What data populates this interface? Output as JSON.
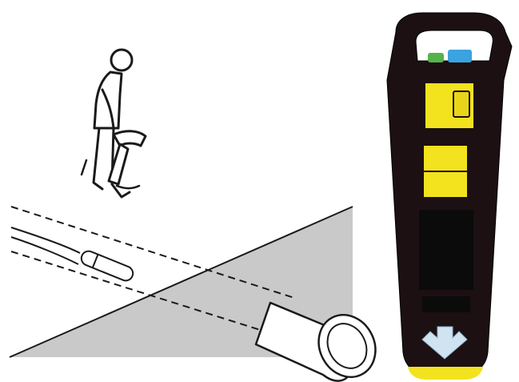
{
  "illustration": {
    "colors": {
      "background": "#ffffff",
      "ground_section": "#c9c9c9",
      "line": "#1a1a1a",
      "device_body": "#1c1012",
      "device_panel": "#0b0b0b",
      "device_accent": "#f3e21e",
      "button_blue": "#3aa3e0",
      "button_green": "#55b34a",
      "arrow": "#cfe3f1"
    },
    "icons": [
      "person-with-locator-figure",
      "ground-cross-section",
      "buried-cable",
      "buried-pipe",
      "cable-locator-device",
      "down-arrow-icon"
    ]
  }
}
